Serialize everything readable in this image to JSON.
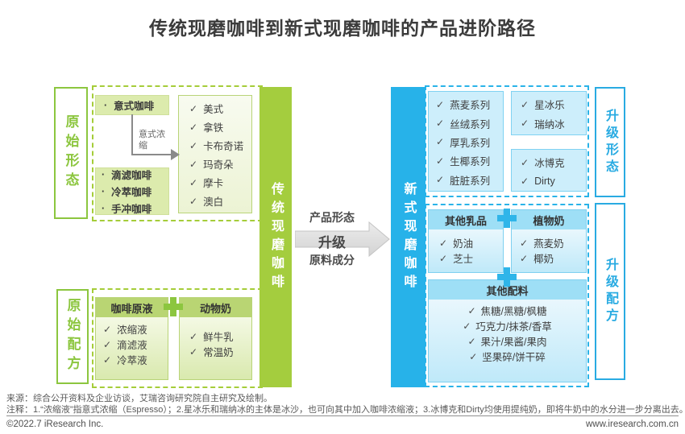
{
  "title": "传统现磨咖啡到新式现磨咖啡的产品进阶路径",
  "icons": {
    "check": "✓",
    "bullet": "·"
  },
  "colors": {
    "green_bar": "#a4cd3e",
    "green_accent": "#8cc63f",
    "green_fill_light": "#dcebad",
    "blue_bar": "#27b2e9",
    "blue_accent": "#29abe2",
    "blue_fill_light": "#cdeefb",
    "arrow_gray": "#dcdcdc"
  },
  "left": {
    "form_label": "原始形态",
    "recipe_label": "原始配方",
    "bar_label": "传统现磨咖啡",
    "espresso_box": {
      "items": [
        "意式咖啡"
      ]
    },
    "connector_label": "意式浓缩",
    "brew_box": {
      "items": [
        "滴滤咖啡",
        "冷萃咖啡",
        "手冲咖啡"
      ]
    },
    "classic_drinks": [
      "美式",
      "拿铁",
      "卡布奇诺",
      "玛奇朵",
      "摩卡",
      "澳白"
    ],
    "coffee_base": {
      "header": "咖啡原液",
      "items": [
        "浓缩液",
        "滴滤液",
        "冷萃液"
      ]
    },
    "animal_milk": {
      "header": "动物奶",
      "items": [
        "鲜牛乳",
        "常温奶"
      ]
    }
  },
  "arrow": {
    "top": "产品形态",
    "center": "升级",
    "bottom": "原料成分"
  },
  "right": {
    "bar_label": "新式现磨咖啡",
    "form_label": "升级形态",
    "recipe_label": "升级配方",
    "series": [
      "燕麦系列",
      "丝绒系列",
      "厚乳系列",
      "生椰系列",
      "脏脏系列"
    ],
    "ice_blend": [
      "星冰乐",
      "瑞纳冰"
    ],
    "pure_milk": [
      "冰博克",
      "Dirty"
    ],
    "other_dairy": {
      "header": "其他乳品",
      "items": [
        "奶油",
        "芝士"
      ]
    },
    "plant_milk": {
      "header": "植物奶",
      "items": [
        "燕麦奶",
        "椰奶"
      ]
    },
    "other_ingredients": {
      "header": "其他配料",
      "items": [
        "焦糖/黑糖/枫糖",
        "巧克力/抹茶/香草",
        "果汁/果酱/果肉",
        "坚果碎/饼干碎"
      ]
    }
  },
  "footer": {
    "source": "来源：综合公开资料及企业访谈，艾瑞咨询研究院自主研究及绘制。",
    "note": "注释：1.“浓缩液”指意式浓缩（Espresso）；2.星冰乐和瑞纳冰的主体是冰沙，也可向其中加入咖啡浓缩液；3.冰博克和Dirty均使用提纯奶，即将牛奶中的水分进一步分离出去。",
    "copyright": "©2022.7 iResearch Inc.",
    "website": "www.iresearch.com.cn"
  }
}
